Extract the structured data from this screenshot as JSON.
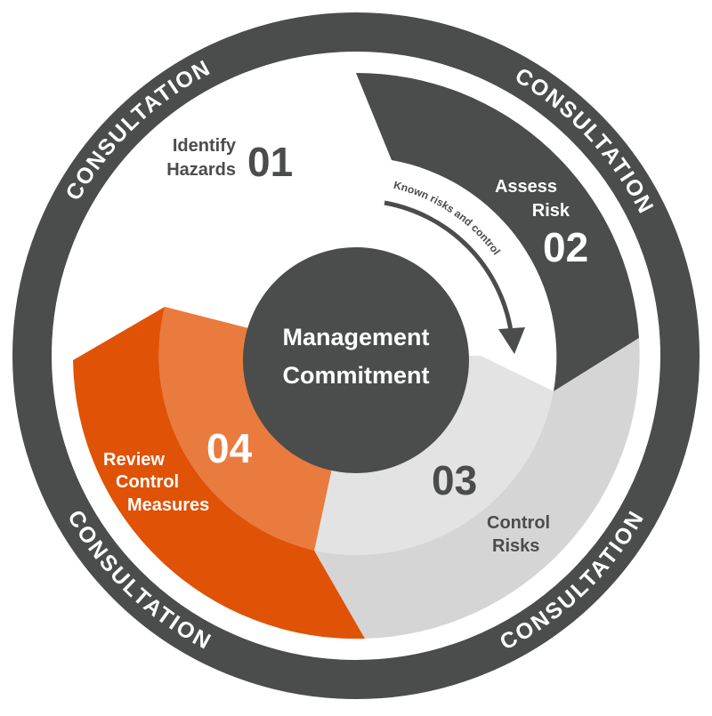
{
  "colors": {
    "dark": "#4b4c4c",
    "orange": "#e05206",
    "orange_light": "#ea7b3e",
    "gray_outer": "#d5d5d5",
    "gray_inner": "#e3e3e3",
    "white": "#ffffff"
  },
  "ring": {
    "labels": [
      "CONSULTATION",
      "CONSULTATION",
      "CONSULTATION",
      "CONSULTATION"
    ]
  },
  "center": {
    "line1": "Management",
    "line2": "Commitment"
  },
  "arrow": {
    "label": "Known risks and control"
  },
  "steps": [
    {
      "number": "01",
      "line1": "Identify",
      "line2": "Hazards"
    },
    {
      "number": "02",
      "line1": "Assess",
      "line2": "Risk"
    },
    {
      "number": "03",
      "line1": "Control",
      "line2": "Risks"
    },
    {
      "number": "04",
      "line1": "Review",
      "line2": "Control",
      "line3": "Measures"
    }
  ]
}
